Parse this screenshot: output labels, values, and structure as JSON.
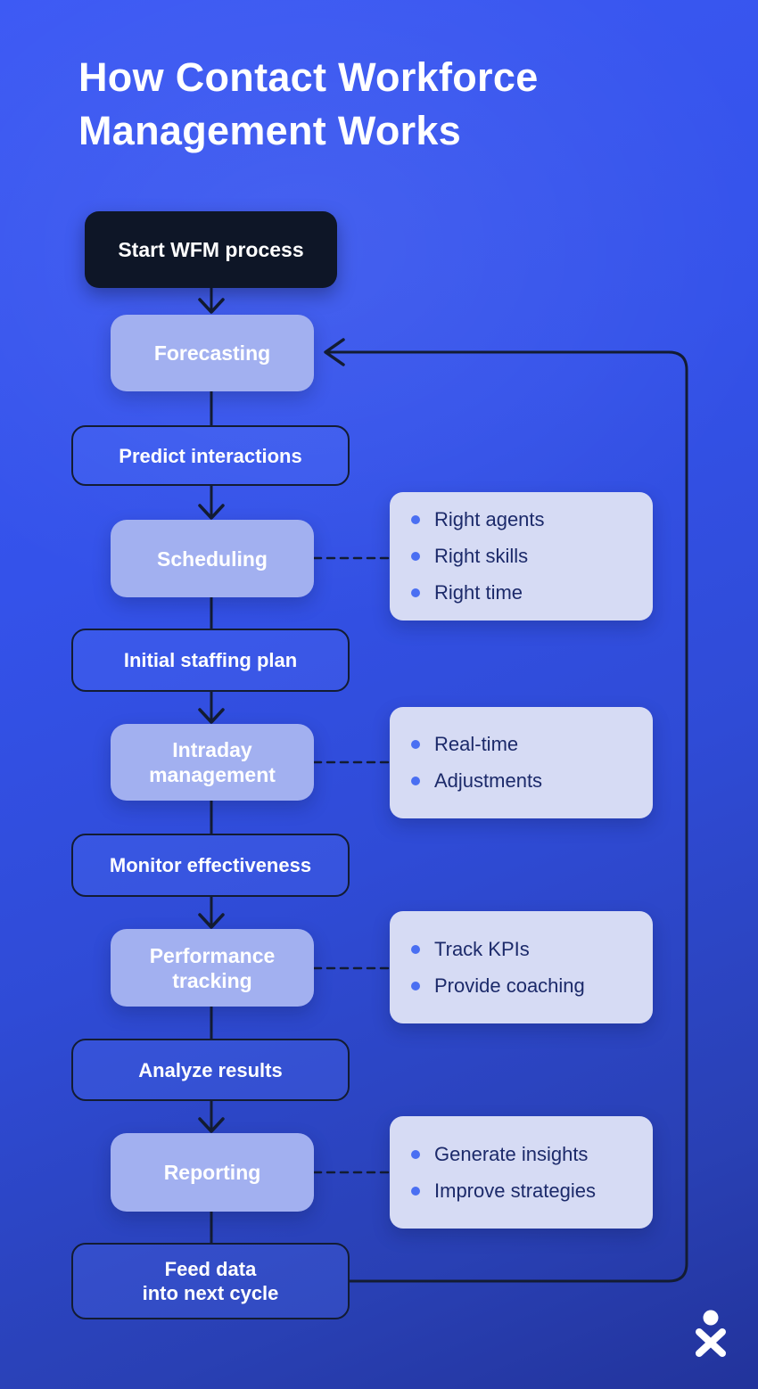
{
  "title": "How Contact Workforce\nManagement Works",
  "flow": {
    "start": {
      "label": "Start WFM process"
    },
    "steps": [
      {
        "id": "forecasting",
        "kind": "stage",
        "label": "Forecasting"
      },
      {
        "id": "predict-interactions",
        "kind": "process",
        "label": "Predict interactions"
      },
      {
        "id": "scheduling",
        "kind": "stage",
        "label": "Scheduling"
      },
      {
        "id": "initial-staffing-plan",
        "kind": "process",
        "label": "Initial staffing plan"
      },
      {
        "id": "intraday-management",
        "kind": "stage",
        "label": "Intraday\nmanagement"
      },
      {
        "id": "monitor-effectiveness",
        "kind": "process",
        "label": "Monitor effectiveness"
      },
      {
        "id": "performance-tracking",
        "kind": "stage",
        "label": "Performance\ntracking"
      },
      {
        "id": "analyze-results",
        "kind": "process",
        "label": "Analyze results"
      },
      {
        "id": "reporting",
        "kind": "stage",
        "label": "Reporting"
      },
      {
        "id": "feed-data",
        "kind": "process",
        "label": "Feed data\ninto next cycle"
      }
    ],
    "callouts": [
      {
        "for": "scheduling",
        "items": [
          "Right agents",
          "Right skills",
          "Right time"
        ]
      },
      {
        "for": "intraday-management",
        "items": [
          "Real-time",
          "Adjustments"
        ]
      },
      {
        "for": "performance-tracking",
        "items": [
          "Track KPIs",
          "Provide coaching"
        ]
      },
      {
        "for": "reporting",
        "items": [
          "Generate insights",
          "Improve strategies"
        ]
      }
    ],
    "loop": {
      "from": "feed-data",
      "to": "forecasting"
    }
  },
  "brand": {
    "logo_icon": "nextiva-x-logo"
  },
  "colors": {
    "background_top": "#3c59f4",
    "background_bottom": "#22339b",
    "start_box": "#0e1627",
    "stage_box": "#a2b0f0",
    "outline_border": "#131c33",
    "callout_box": "#d6dbf4",
    "bullet": "#4a6ff2",
    "callout_text": "#1c2a6a",
    "connector": "#131c33",
    "text_light": "#ffffff"
  }
}
